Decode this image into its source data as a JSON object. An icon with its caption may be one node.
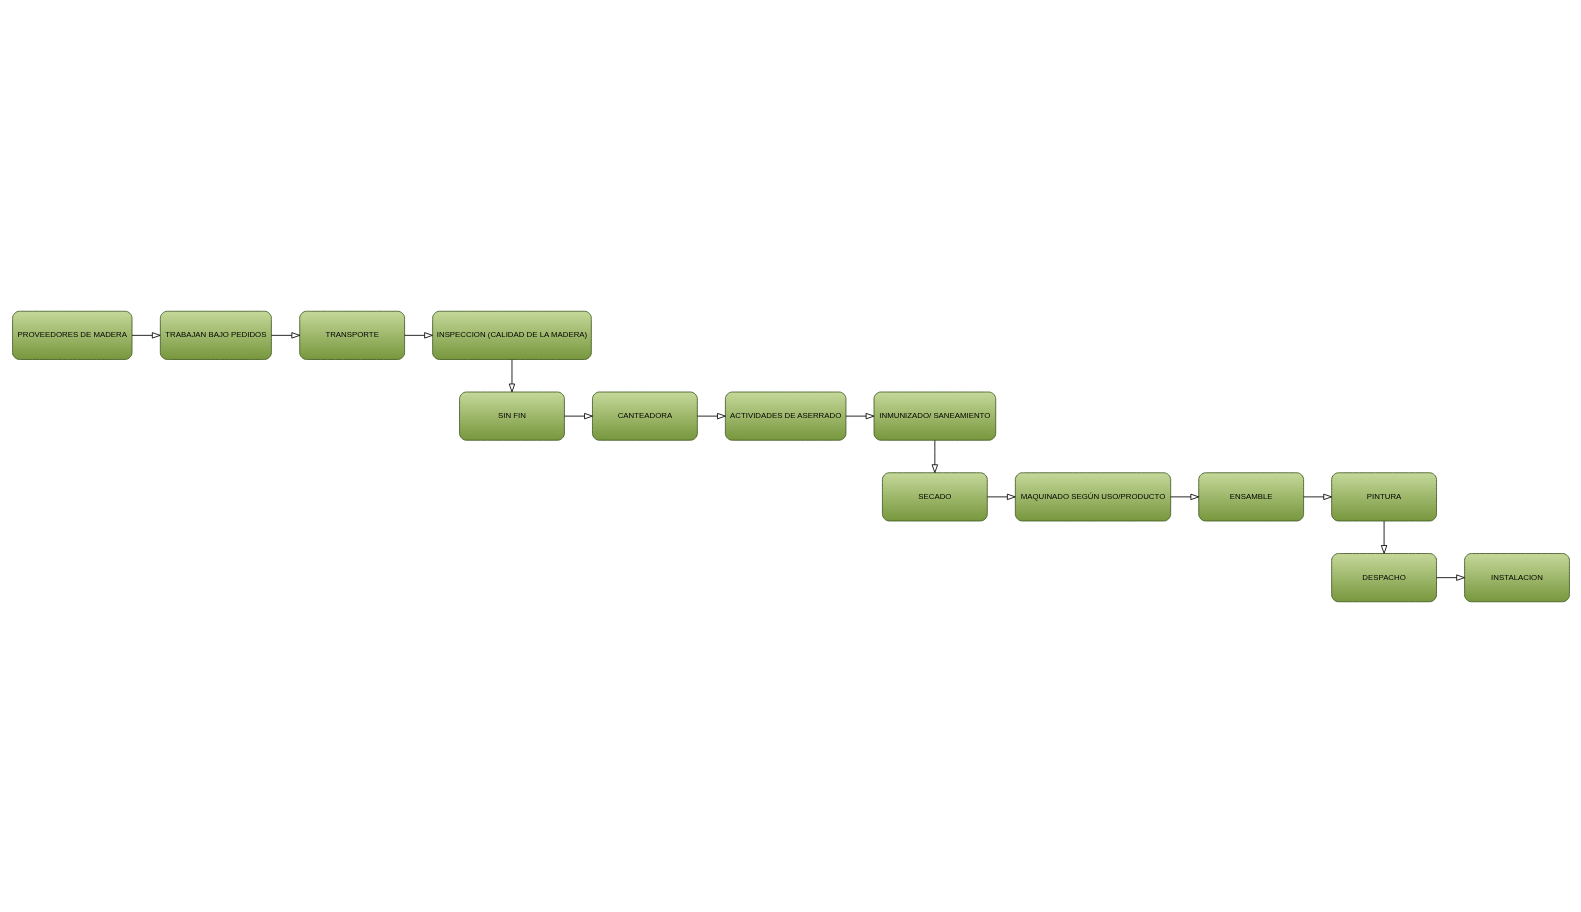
{
  "diagram": {
    "nodes": [
      {
        "text": [
          "PROVEEDORES DE MADERA"
        ]
      },
      {
        "text": [
          "TRABAJAN BAJO PEDIDOS"
        ]
      },
      {
        "text": [
          "TRANSPORTE"
        ]
      },
      {
        "text": [
          "INSPECCION (CALIDAD DE LA MADERA)"
        ]
      },
      {
        "text": [
          "INMUNIZADO/ SANEAMIENTO"
        ]
      },
      {
        "text": [
          "ACTIVIDADES DE ASERRADO"
        ]
      },
      {
        "text": [
          "CANTEADORA"
        ]
      },
      {
        "text": [
          "SIN FIN"
        ]
      },
      {
        "text": [
          "SECADO"
        ]
      },
      {
        "text": [
          "MAQUINADO SEGÚN USO/PRODUCTO"
        ]
      },
      {
        "text": [
          "ENSAMBLE"
        ]
      },
      {
        "text": [
          "PINTURA"
        ]
      },
      {
        "text": [
          "INSTALACION"
        ]
      },
      {
        "text": [
          "DESPACHO"
        ]
      }
    ],
    "edges": [
      {
        "from": 0,
        "to": 1,
        "arrow": "to"
      },
      {
        "from": 1,
        "to": 2,
        "arrow": "to"
      },
      {
        "from": 2,
        "to": 3,
        "arrow": "to"
      },
      {
        "from": 3,
        "to": 7,
        "arrow": "to"
      },
      {
        "from": 7,
        "to": 6,
        "arrow": "to"
      },
      {
        "from": 6,
        "to": 5,
        "arrow": "to"
      },
      {
        "from": 5,
        "to": 4,
        "arrow": "to"
      },
      {
        "from": 4,
        "to": 8,
        "arrow": "to"
      },
      {
        "from": 8,
        "to": 9,
        "arrow": "to"
      },
      {
        "from": 9,
        "to": 10,
        "arrow": "to"
      },
      {
        "from": 10,
        "to": 11,
        "arrow": "to"
      },
      {
        "from": 11,
        "to": 13,
        "arrow": "to"
      },
      {
        "from": 13,
        "to": 12,
        "arrow": "to"
      }
    ]
  }
}
